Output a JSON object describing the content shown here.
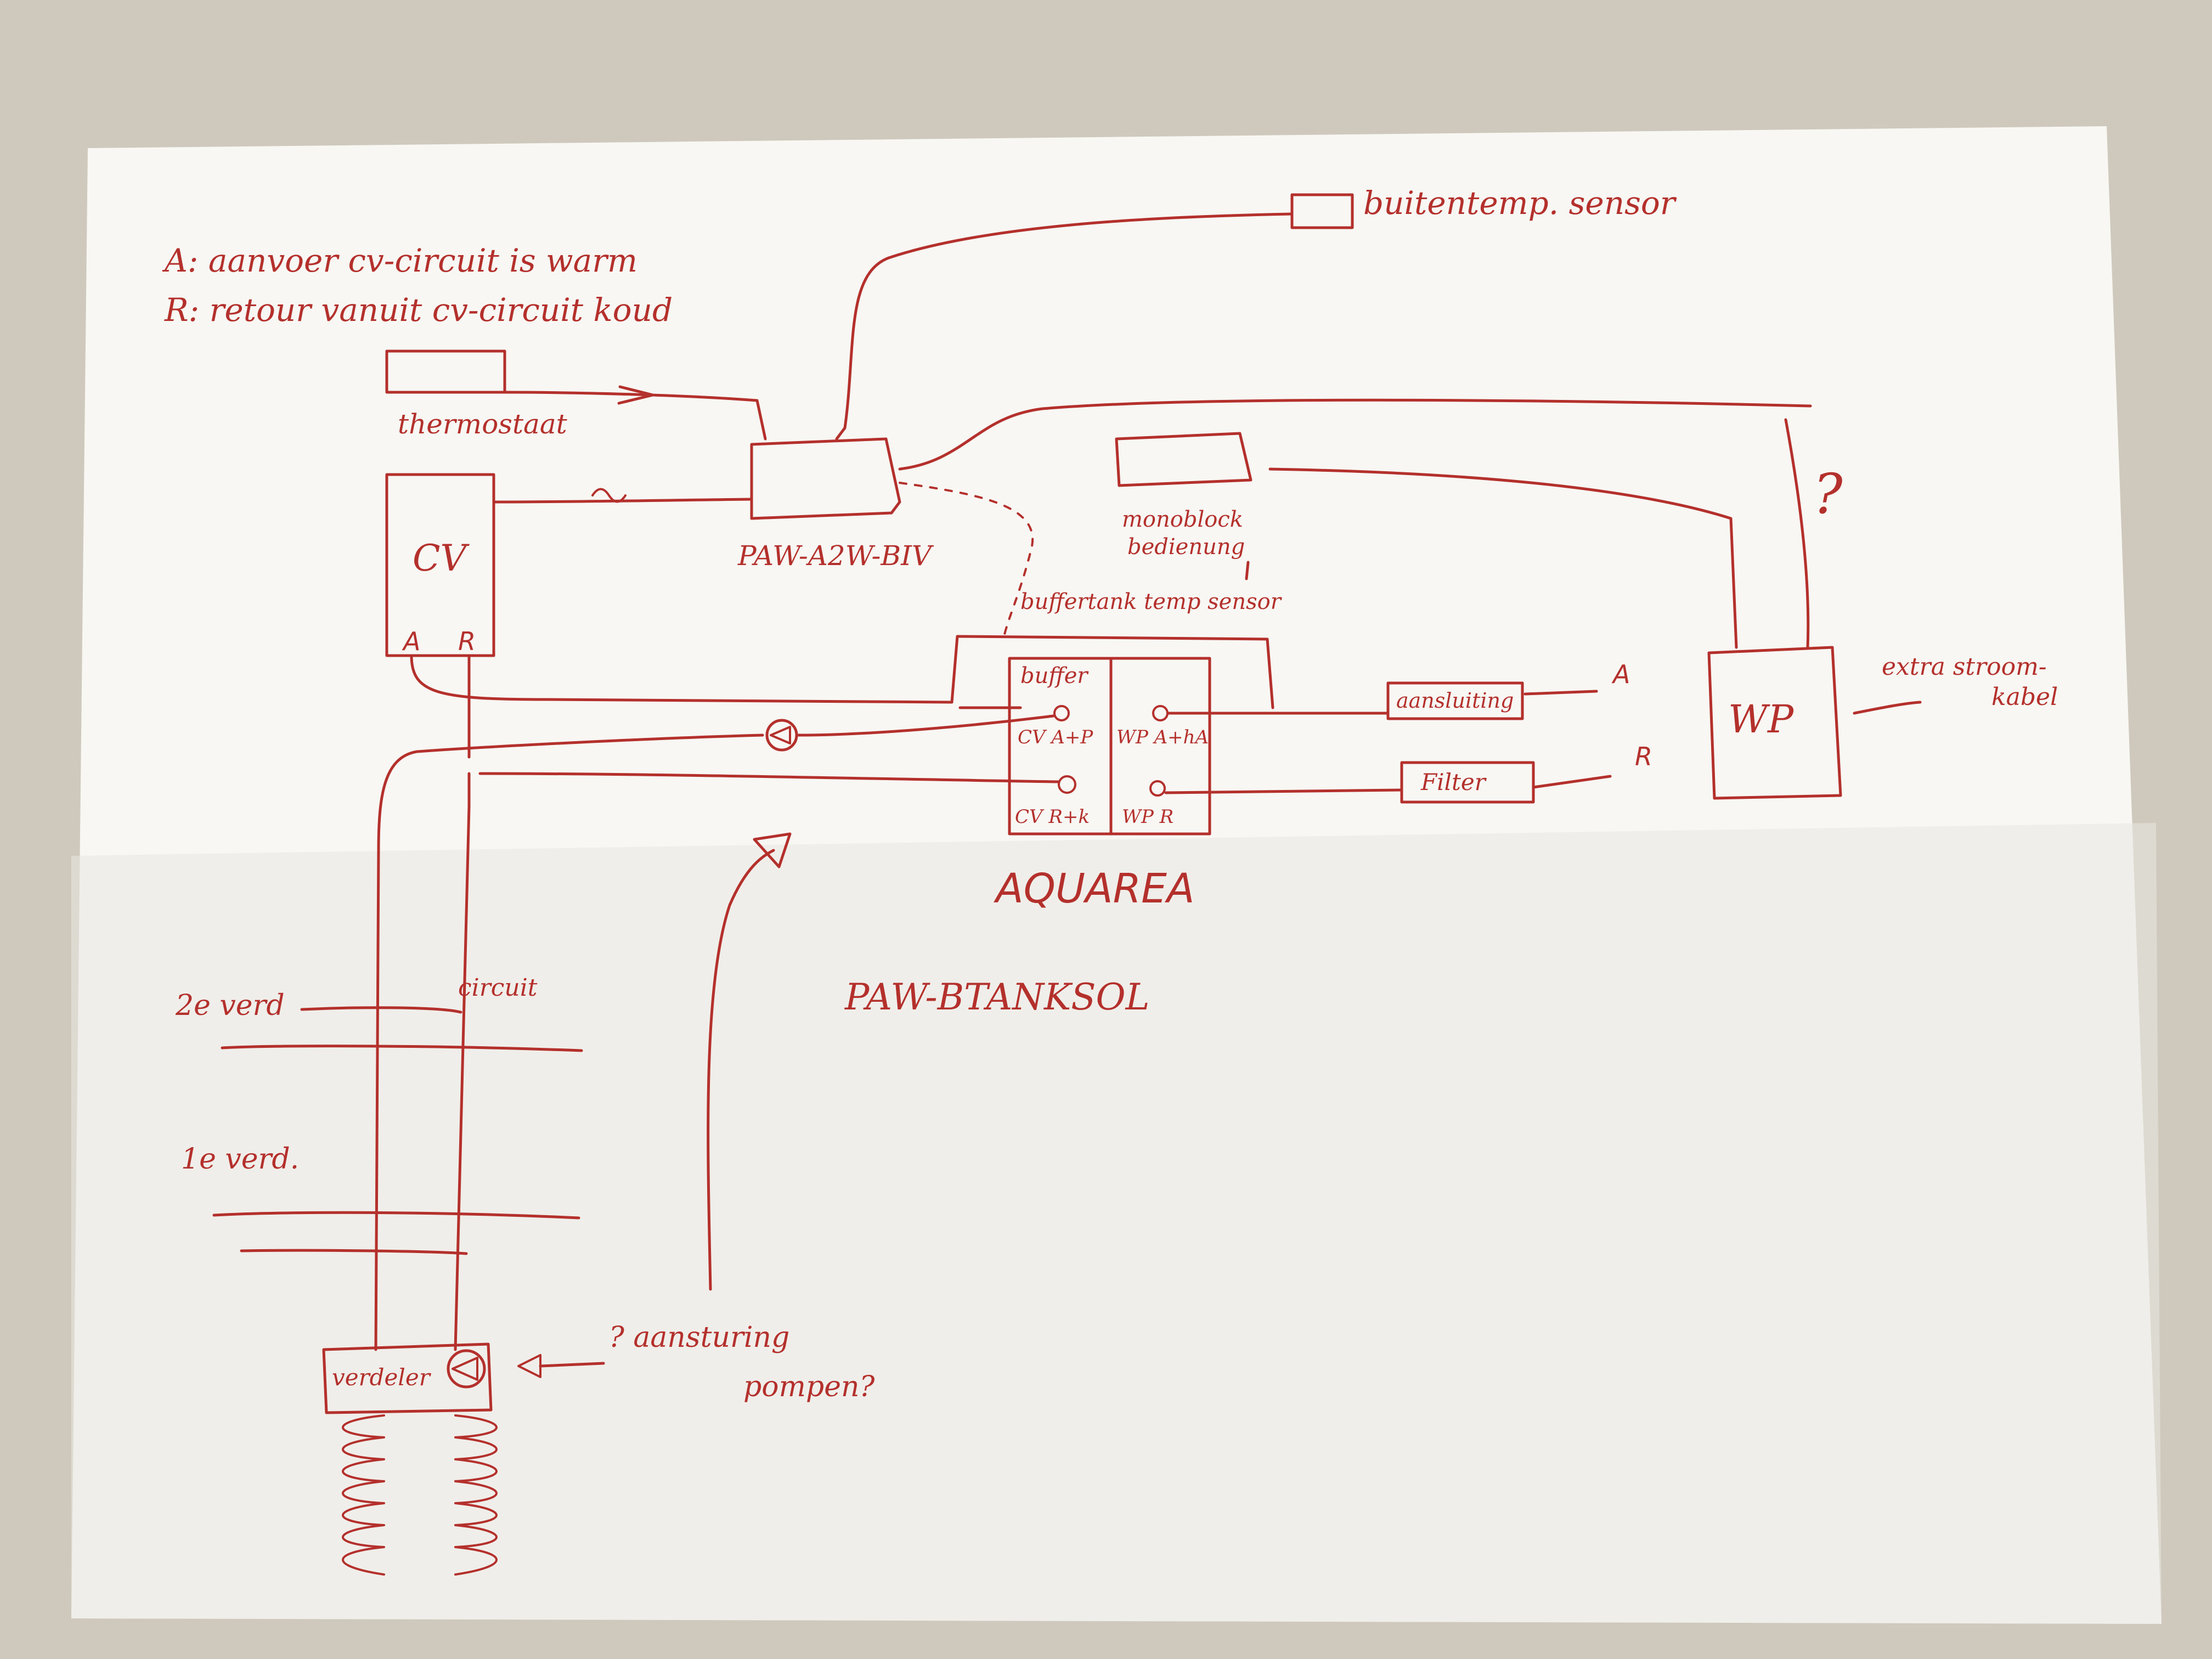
{
  "colors": {
    "ink": "#b4302c",
    "paper": "#f8f7f3",
    "background": "#cfc9bd"
  },
  "legend": {
    "a_line": "A:  aanvoer  cv-circuit is warm",
    "r_line": "R:  retour vanuit cv-circuit koud"
  },
  "labels": {
    "buitentemp_sensor": "buitentemp. sensor",
    "thermostaat": "thermostaat",
    "cv": "CV",
    "cv_a": "A",
    "cv_r": "R",
    "paw_a2w_biv": "PAW-A2W-BIV",
    "monoblock_line1": "monoblock",
    "monoblock_line2": "bedienung",
    "question_mark": "?",
    "buffertank_sensor": "buffertank temp sensor",
    "buffer": "buffer",
    "cv_atp": "CV A+P",
    "wp_atha": "WP A+hA",
    "cv_rtk": "CV R+k",
    "wp_r": "WP R",
    "aquarea": "AQUAREA",
    "paw_btank": "PAW-BTANKSOL",
    "aansluiting": "aansluiting",
    "filter": "Filter",
    "out_a": "A",
    "out_r": "R",
    "wp": "WP",
    "extra_line1": "extra stroom-",
    "extra_line2": "kabel",
    "verd_2": "2e verd",
    "circuit": "circuit",
    "verd_1": "1e verd.",
    "verdeler": "verdeler",
    "pompen_line1": "? aansturing",
    "pompen_line2": "pompen?"
  }
}
